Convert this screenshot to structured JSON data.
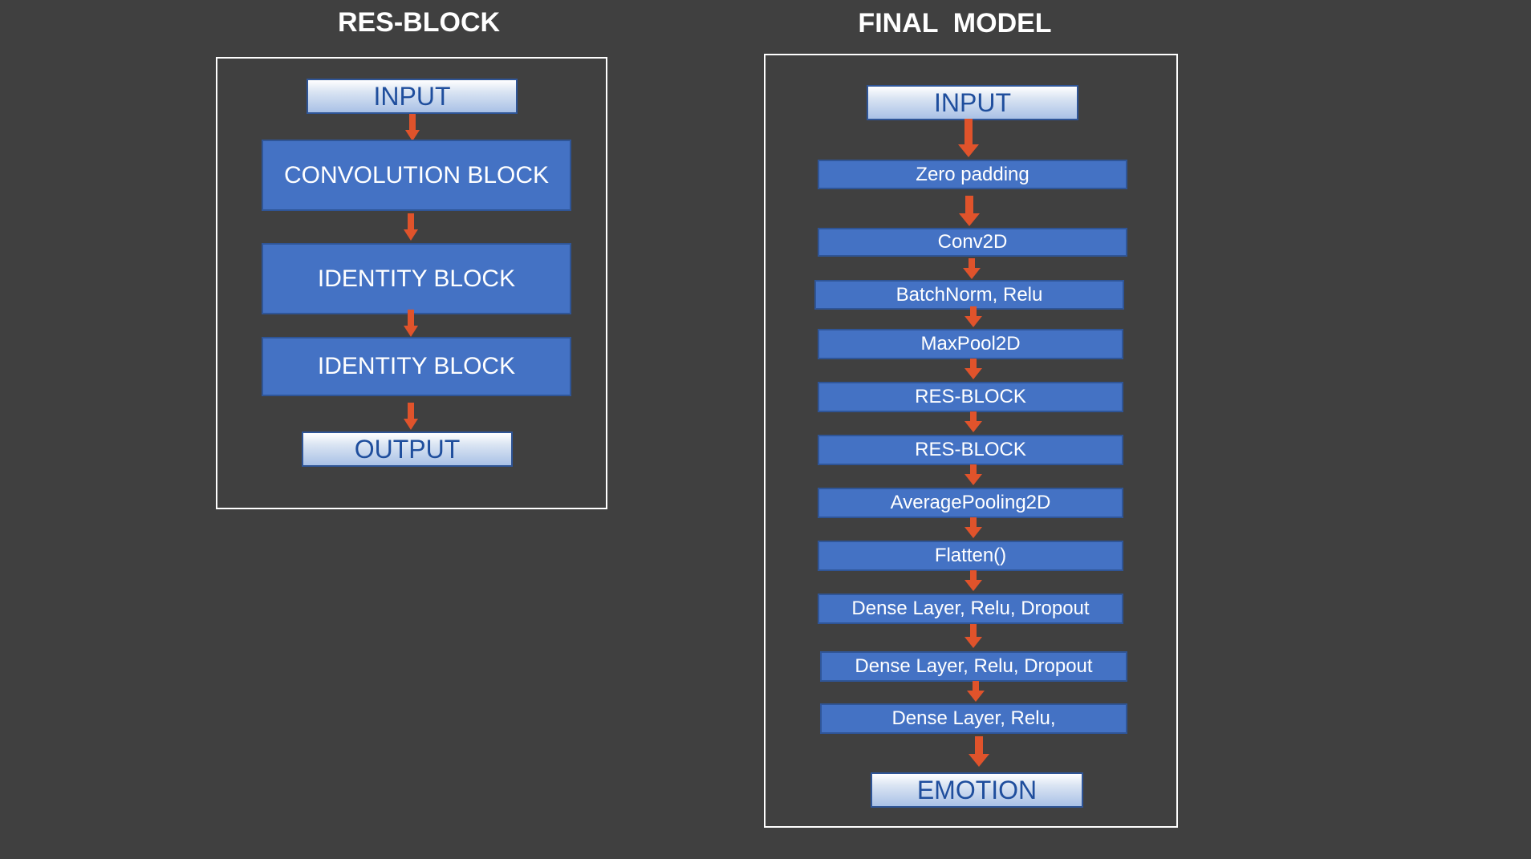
{
  "res_block": {
    "title": "RES-BLOCK",
    "input": "INPUT",
    "blocks": [
      "CONVOLUTION BLOCK",
      "IDENTITY BLOCK",
      "IDENTITY BLOCK"
    ],
    "output": "OUTPUT"
  },
  "final_model": {
    "title": "FINAL  MODEL",
    "input": "INPUT",
    "layers": [
      "Zero padding",
      "Conv2D",
      "BatchNorm, Relu",
      "MaxPool2D",
      "RES-BLOCK",
      "RES-BLOCK",
      "AveragePooling2D",
      "Flatten()",
      "Dense Layer, Relu, Dropout",
      "Dense Layer, Relu, Dropout",
      "Dense Layer, Relu,"
    ],
    "output": "EMOTION"
  },
  "colors": {
    "background": "#404040",
    "block_fill": "#4472c4",
    "block_border": "#2f5597",
    "io_text": "#1f4e9d",
    "arrow": "#e0532b",
    "panel_border": "#ffffff"
  }
}
